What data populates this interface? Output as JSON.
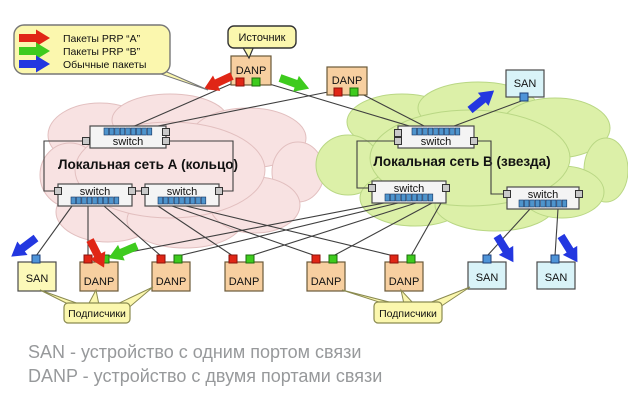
{
  "legend": {
    "items": [
      {
        "label": "Пакеты PRP “A”",
        "color": "#e02616"
      },
      {
        "label": "Пакеты PRP “B”",
        "color": "#3ecb1e"
      },
      {
        "label": "Обычные пакеты",
        "color": "#2337e0"
      }
    ]
  },
  "source_callout": "Источник",
  "network_a": {
    "label": "Локальная сеть А (кольцо)",
    "cloud_color": "#f8e2e2"
  },
  "network_b": {
    "label": "Локальная сеть B (звезда)",
    "cloud_color": "#dcf0a8"
  },
  "labels": {
    "switch": "switch",
    "danp": "DANP",
    "san": "SAN",
    "subscribers": "Подписчики"
  },
  "summary": {
    "line1": "SAN - устройство с одним портом связи",
    "line2": "DANP - устройство с двумя портами связи"
  },
  "colors": {
    "prp_a_port": "#e02616",
    "prp_a_port_border": "#8d120a",
    "prp_b_port": "#3ecb1e",
    "prp_b_port_border": "#1c6e0c",
    "san_port": "#4f94d8",
    "san_port_border": "#1d3f78",
    "switch_port": "#4e94cc",
    "danp_fill": "#f7cfa0",
    "san_b_fill": "#d9f3f8",
    "san_a_fill": "#fcf9b8",
    "note_fill": "#fbf7ae",
    "link": "#3f3f3f"
  }
}
